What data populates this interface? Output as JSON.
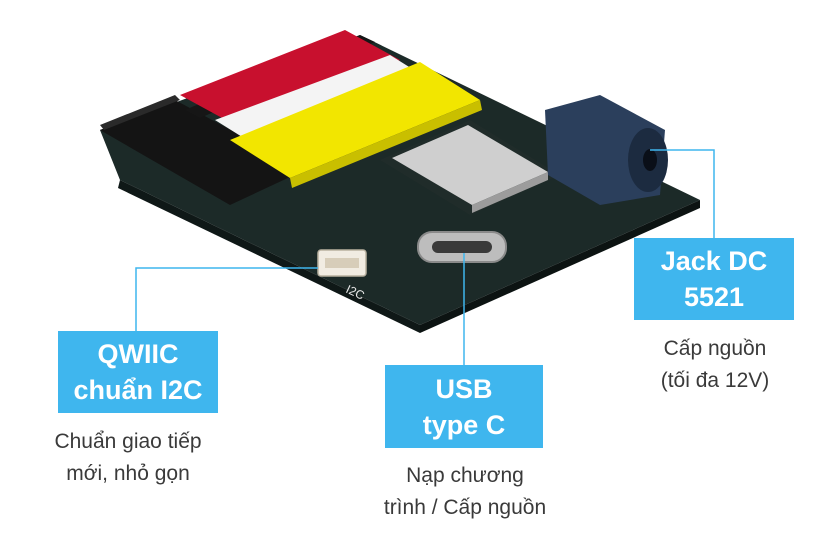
{
  "callouts": {
    "qwiic": {
      "title_line1": "QWIIC",
      "title_line2": "chuẩn I2C",
      "caption_line1": "Chuẩn giao tiếp",
      "caption_line2": "mới, nhỏ gọn"
    },
    "usb": {
      "title_line1": "USB",
      "title_line2": "type C",
      "caption_line1": "Nạp chương",
      "caption_line2": "trình / Cấp nguồn"
    },
    "jack": {
      "title_line1": "Jack DC",
      "title_line2": "5521",
      "caption_line1": "Cấp nguồn",
      "caption_line2": "(tối đa 12V)"
    }
  },
  "board": {
    "silkscreen": "I2C"
  },
  "colors": {
    "label_bg": "#3fb6ee",
    "label_text": "#ffffff",
    "caption_text": "#3a3a3a",
    "pcb": "#1c2a28",
    "header_red": "#c8102e",
    "header_yellow": "#f2e600",
    "header_white": "#f4f4f4",
    "module_silver": "#cfcfcf",
    "dc_jack": "#2b3f5c"
  }
}
